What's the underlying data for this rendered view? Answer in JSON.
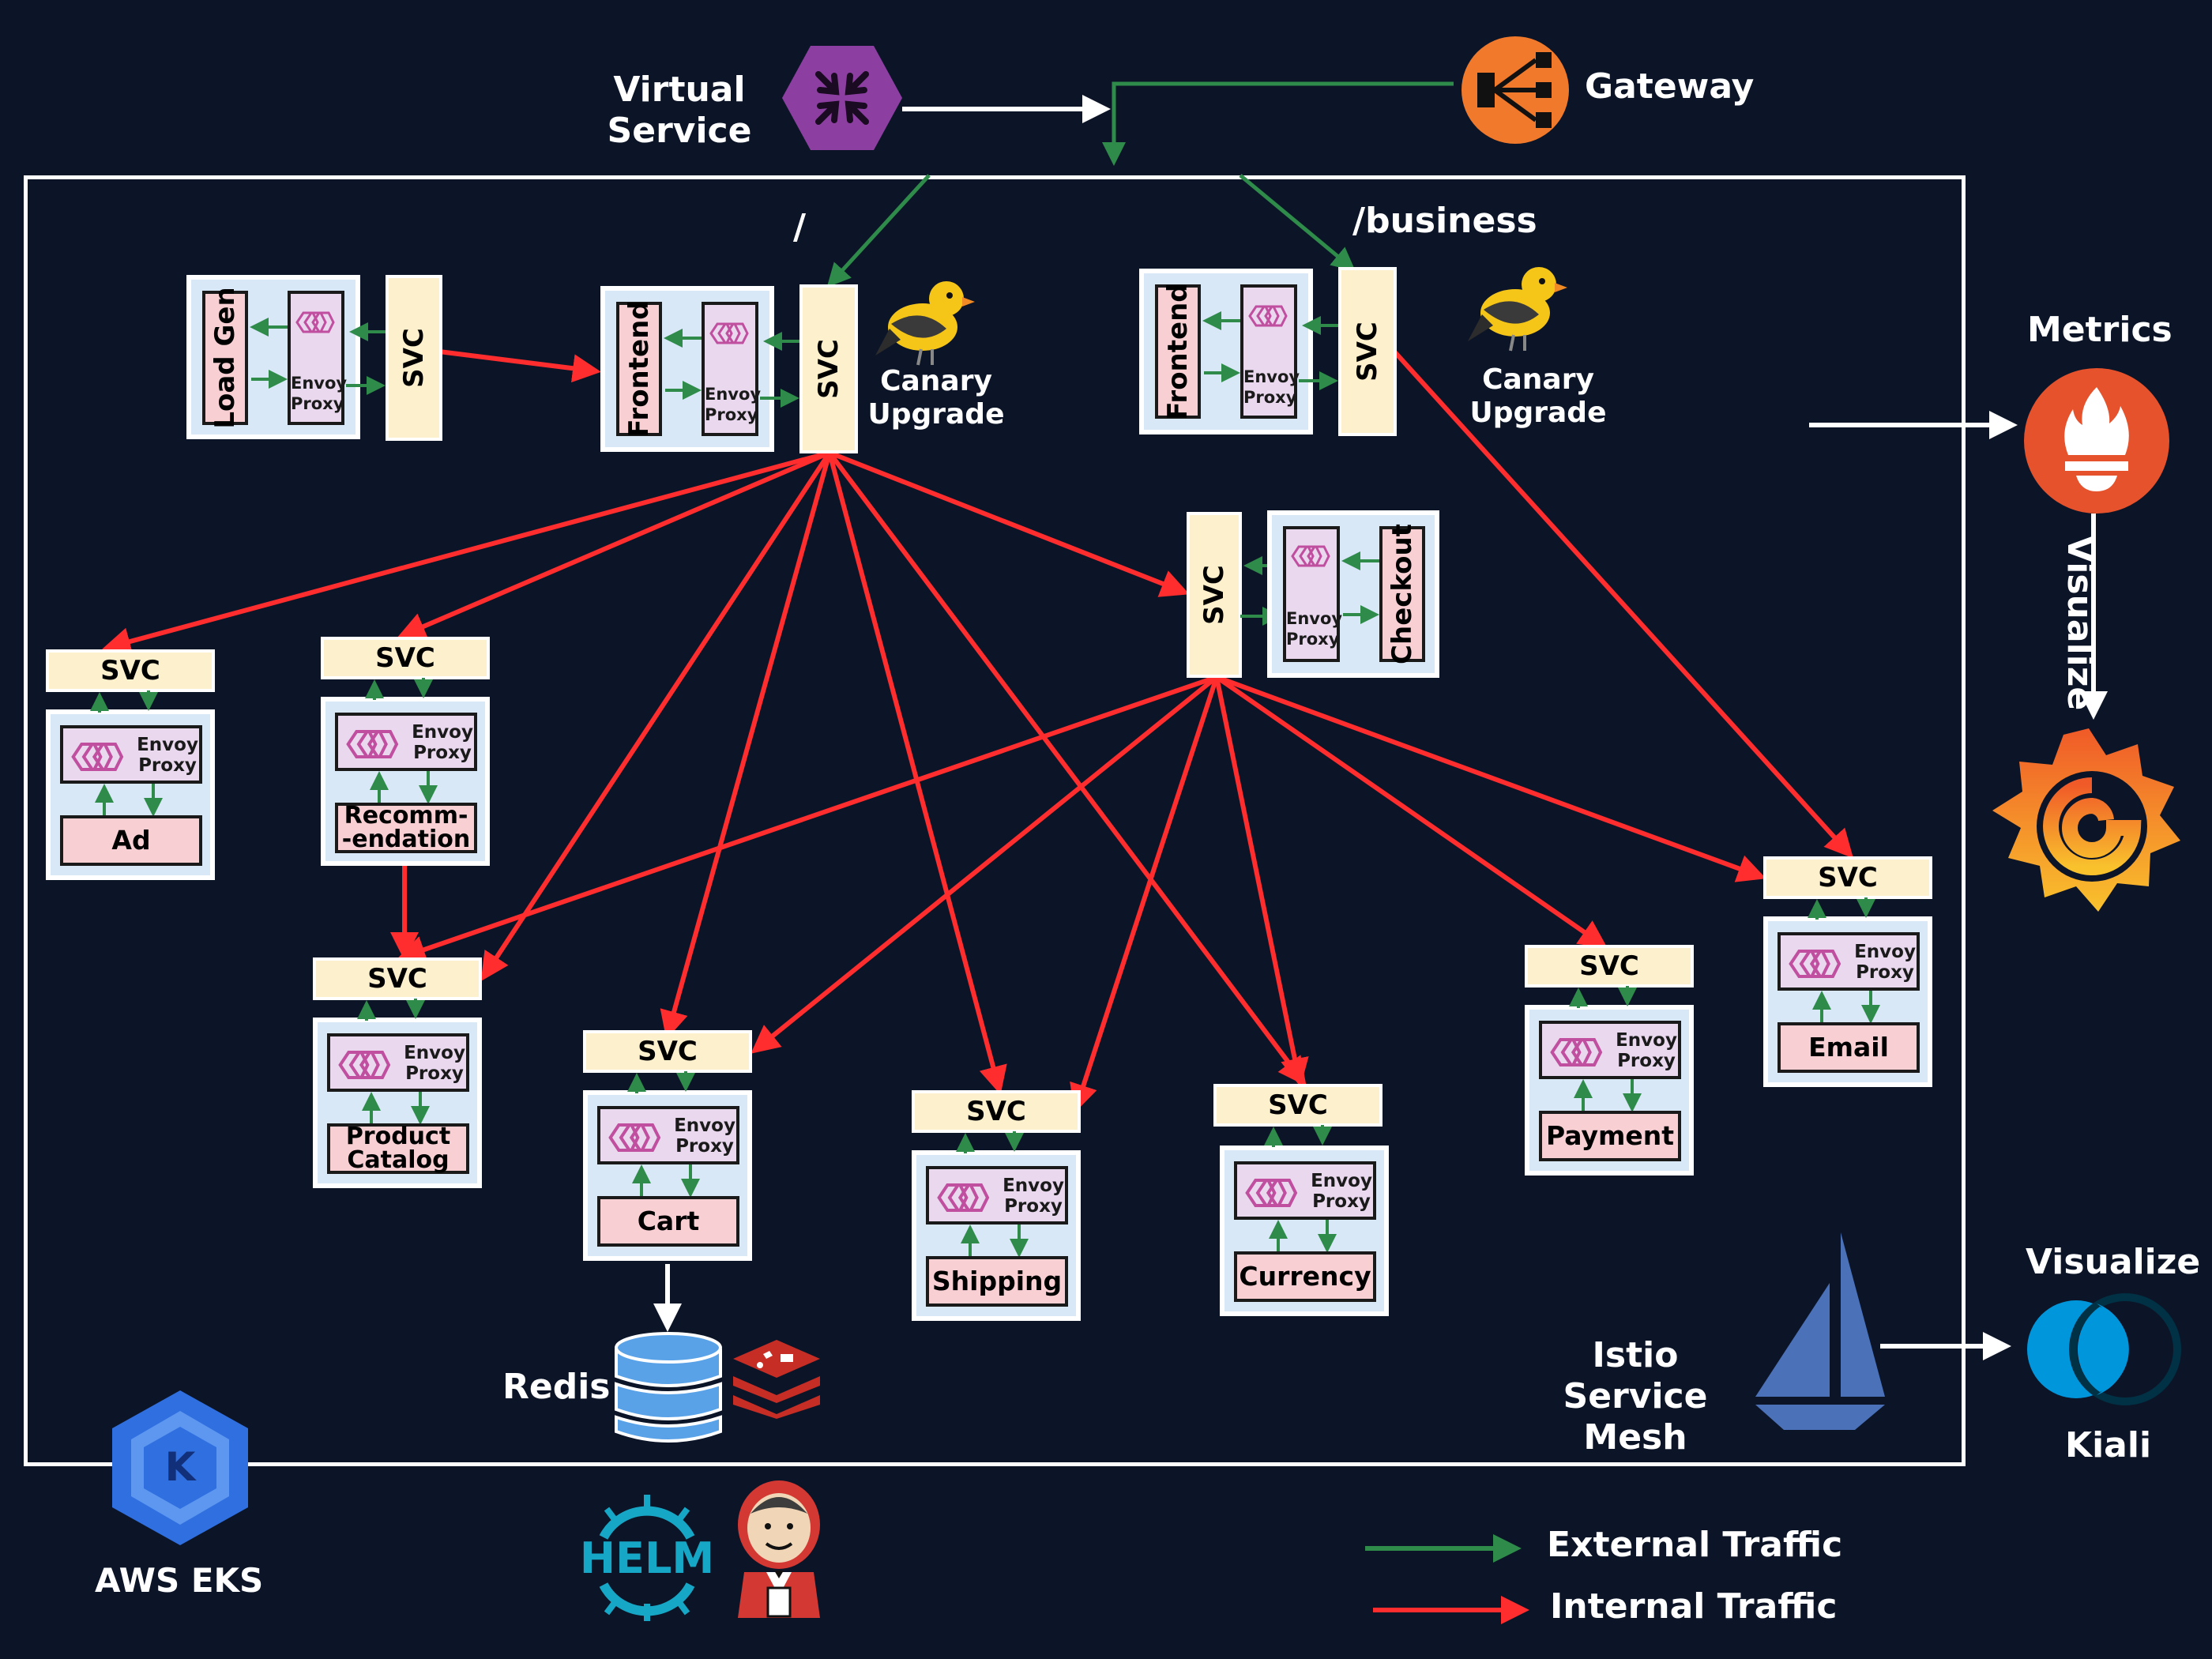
{
  "header": {
    "virtual_service": "Virtual\nService",
    "gateway": "Gateway",
    "route_root": "/",
    "route_business": "/business"
  },
  "svc_label": "SVC",
  "envoy_label": "Envoy\nProxy",
  "canary_label": "Canary\nUpgrade",
  "services": {
    "load_gen": "Load Gen",
    "frontend": "Frontend",
    "frontend_canary": "Frontend",
    "checkout": "Checkout",
    "ad": "Ad",
    "recommendation": "Recomm-\n-endation",
    "product_catalog": "Product\nCatalog",
    "cart": "Cart",
    "shipping": "Shipping",
    "currency": "Currency",
    "payment": "Payment",
    "email": "Email"
  },
  "storage": {
    "redis": "Redis"
  },
  "observability": {
    "metrics": "Metrics",
    "visualize_grafana": "Visualize",
    "visualize_kiali": "Visualize",
    "kiali": "Kiali",
    "istio": "Istio\nService Mesh"
  },
  "platform": {
    "aws_eks": "AWS EKS",
    "helm": "HELM"
  },
  "legend": {
    "external": "External Traffic",
    "internal": "Internal Traffic",
    "external_color": "#2e8b4a",
    "internal_color": "#ff2d2d"
  },
  "icons": [
    "virtual-service-icon",
    "gateway-icon",
    "canary-bird-icon",
    "prometheus-icon",
    "grafana-icon",
    "kiali-icon",
    "istio-icon",
    "eks-icon",
    "helm-icon",
    "jenkins-icon",
    "redis-icon",
    "database-icon",
    "envoy-icon"
  ]
}
